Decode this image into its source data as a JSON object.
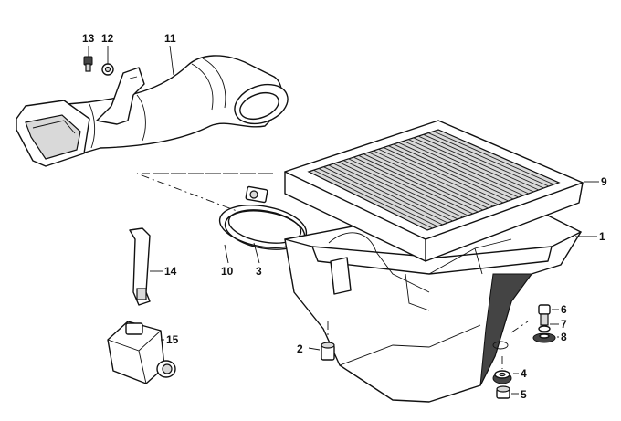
{
  "parts": [
    {
      "id": "p13",
      "number": "13"
    },
    {
      "id": "p12",
      "number": "12"
    },
    {
      "id": "p11",
      "number": "11"
    },
    {
      "id": "p9",
      "number": "9"
    },
    {
      "id": "p1",
      "number": "1"
    },
    {
      "id": "p14",
      "number": "14"
    },
    {
      "id": "p10",
      "number": "10"
    },
    {
      "id": "p3",
      "number": "3"
    },
    {
      "id": "p15",
      "number": "15"
    },
    {
      "id": "p2",
      "number": "2"
    },
    {
      "id": "p6",
      "number": "6"
    },
    {
      "id": "p7",
      "number": "7"
    },
    {
      "id": "p8",
      "number": "8"
    },
    {
      "id": "p4",
      "number": "4"
    },
    {
      "id": "p5",
      "number": "5"
    }
  ]
}
